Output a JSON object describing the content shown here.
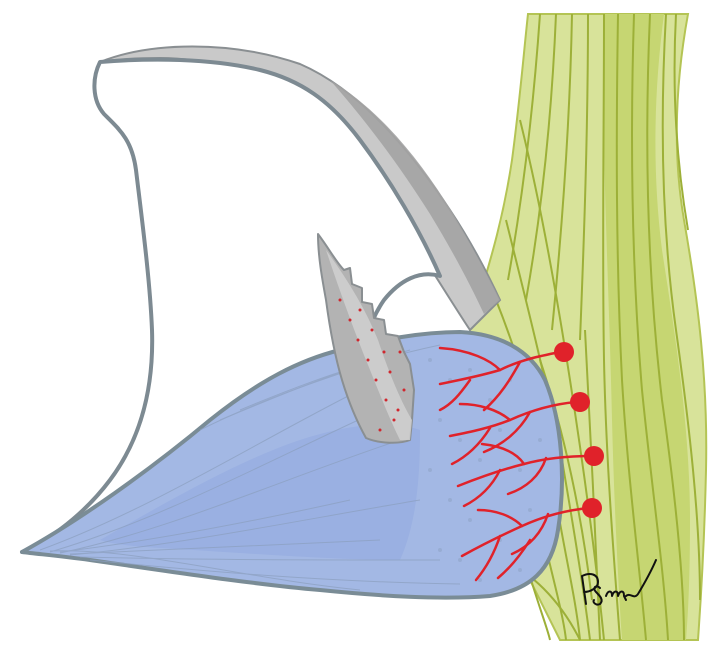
{
  "illustration": {
    "signature_text": "PSmw",
    "palette": {
      "background": "#ffffff",
      "stem_light": "#d9e49a",
      "stem_mid": "#c9d87a",
      "stem_dark": "#b7c85a",
      "stem_vein": "#9fb33a",
      "outline_gray": "#7d8a92",
      "shell_gray": "#c6c6c6",
      "shell_gray_dark": "#9e9e9e",
      "body_blue": "#a4b9e6",
      "body_blue_texture": "#8fa7cf",
      "vessel_red": "#e0222a"
    },
    "parts": [
      "stem",
      "white-curved-blade",
      "gray-serrated-spine",
      "blue-gland-body",
      "red-vessel-network",
      "red-bulbs"
    ]
  }
}
